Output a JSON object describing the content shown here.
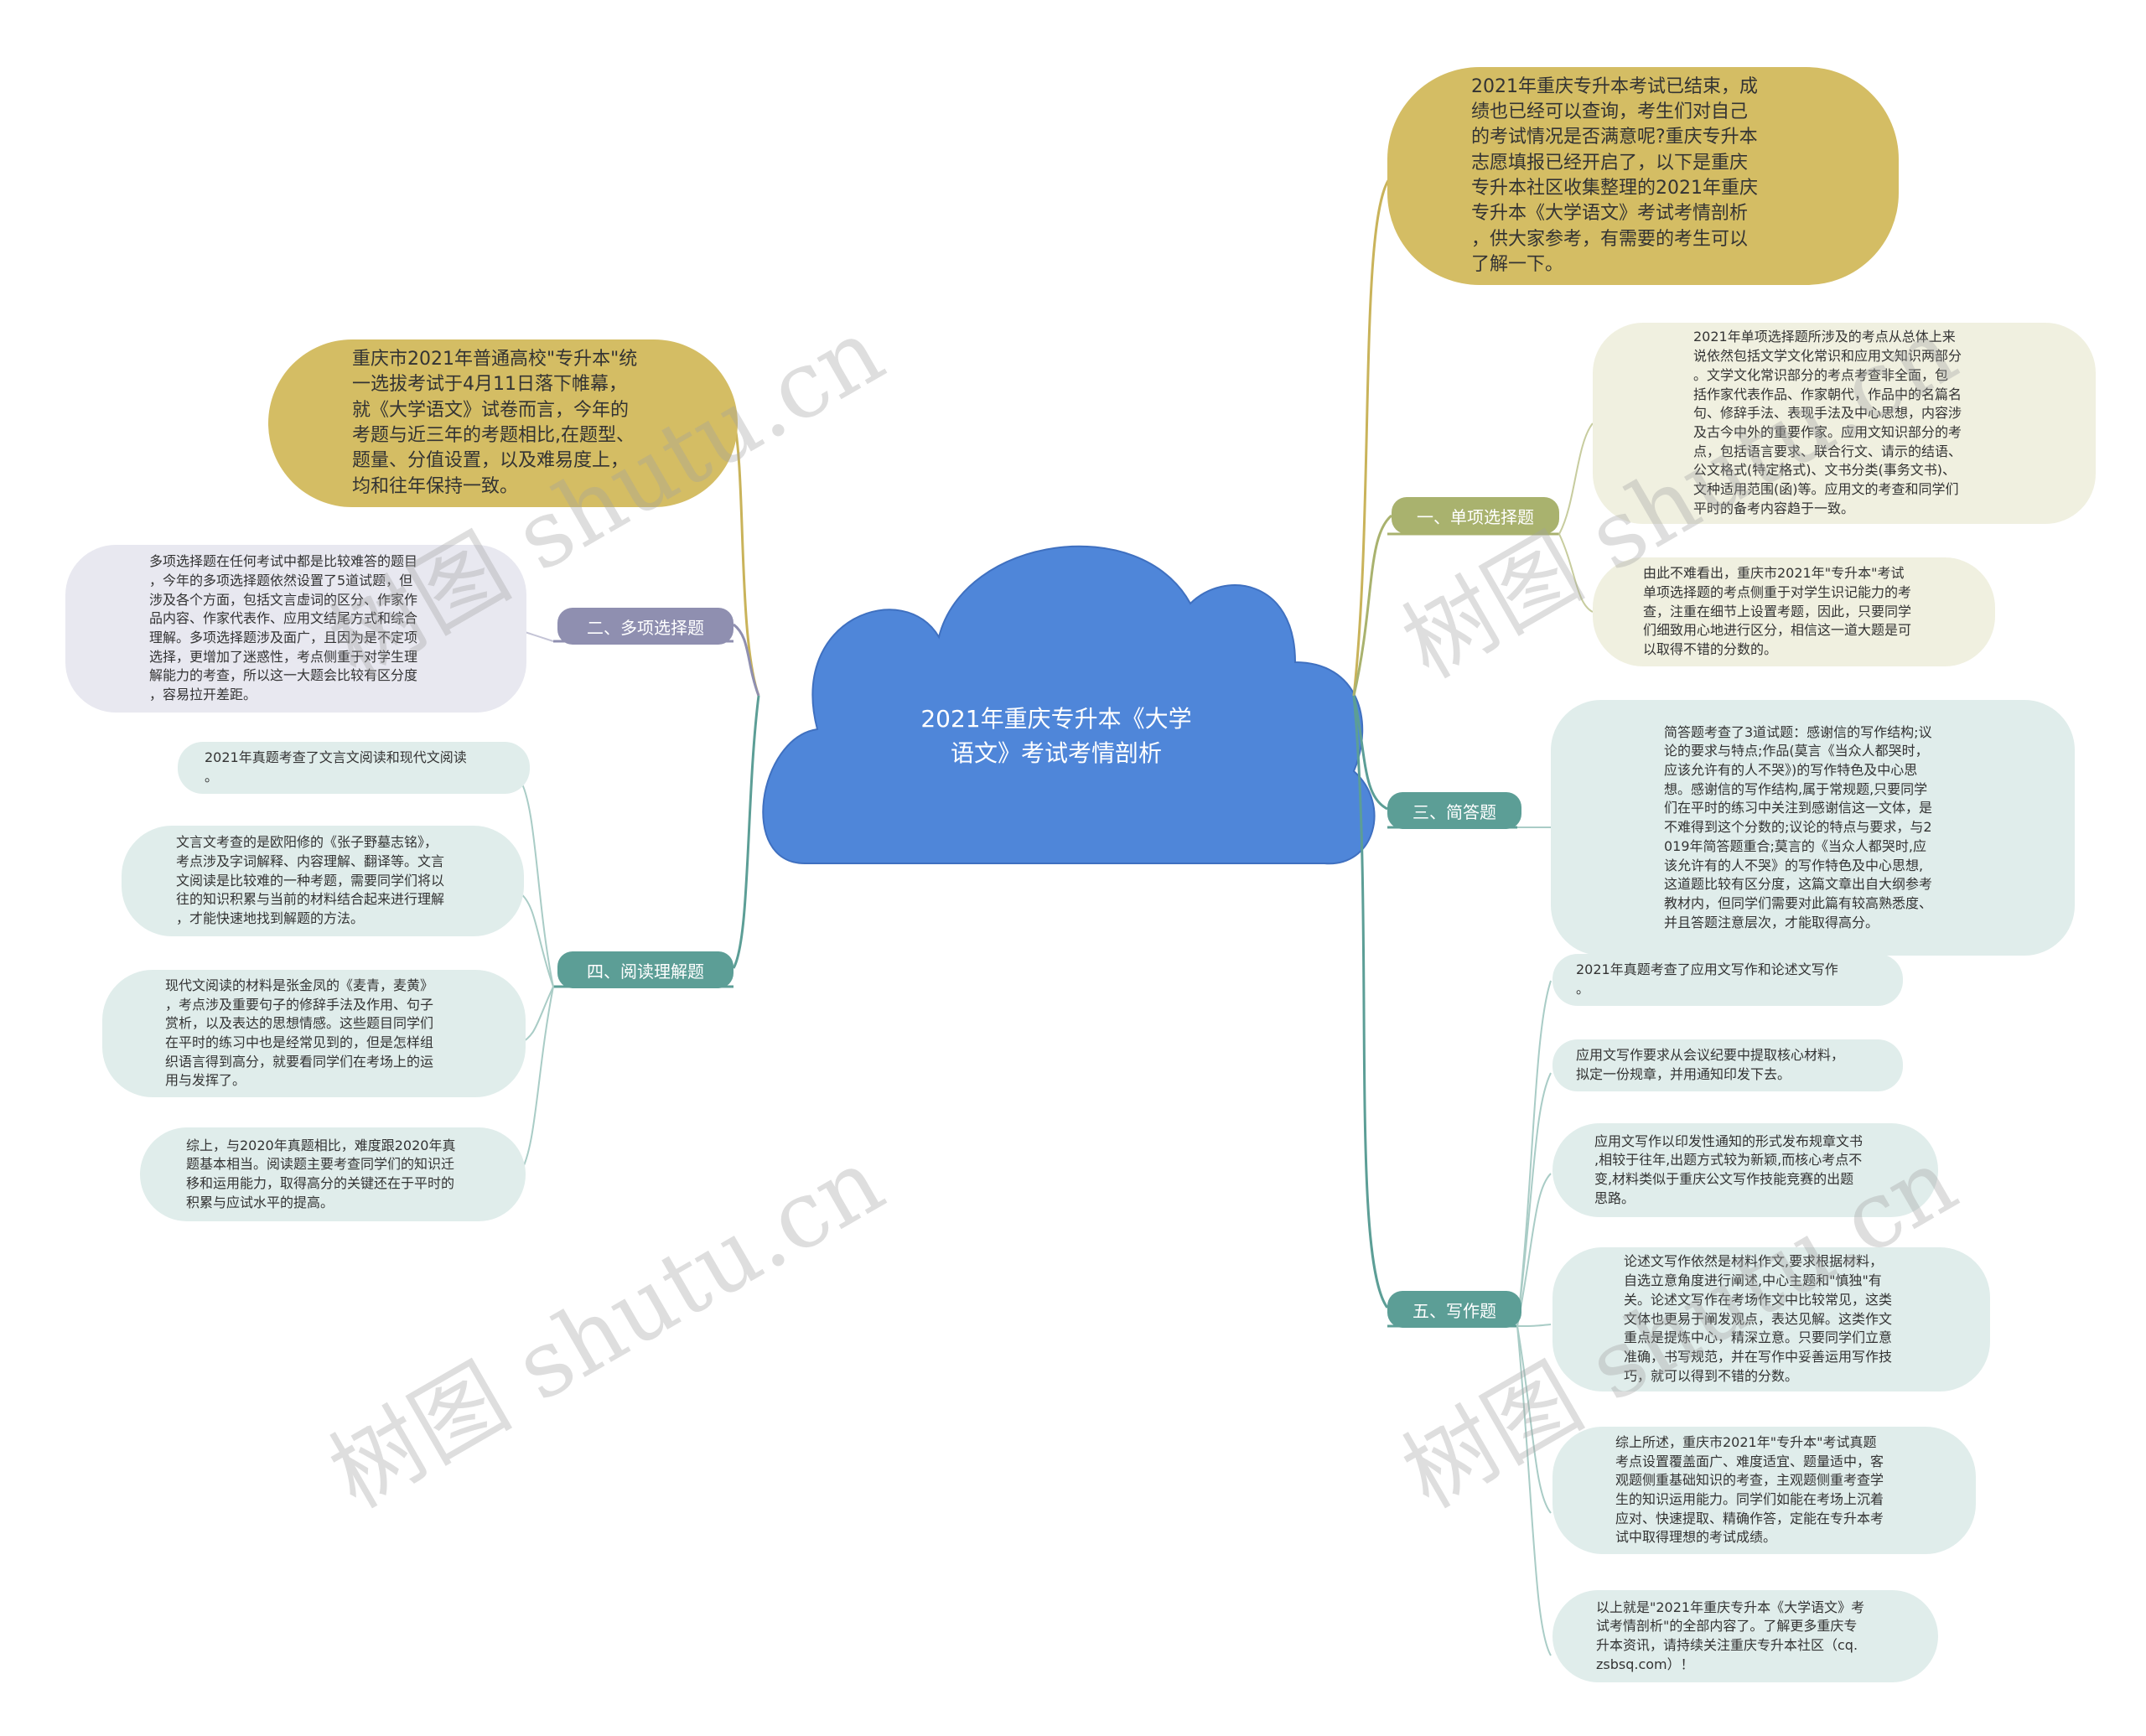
{
  "root": {
    "label": "2021年重庆专升本《大学\n语文》考试考情剖析"
  },
  "intro_right": "2021年重庆专升本考试已结束，成\n绩也已经可以查询，考生们对自己\n的考试情况是否满意呢?重庆专升本\n志愿填报已经开启了，以下是重庆\n专升本社区收集整理的2021年重庆\n专升本《大学语文》考试考情剖析\n，供大家参考，有需要的考生可以\n了解一下。",
  "intro_left": "重庆市2021年普通高校\"专升本\"统\n一选拔考试于4月11日落下帷幕，\n就《大学语文》试卷而言，今年的\n考题与近三年的考题相比,在题型、\n题量、分值设置，以及难易度上，\n均和往年保持一致。",
  "branches": {
    "b1": {
      "label": "一、单项选择题",
      "leaves": [
        "2021年单项选择题所涉及的考点从总体上来\n说依然包括文学文化常识和应用文知识两部分\n。文学文化常识部分的考点考查非全面，包\n括作家代表作品、作家朝代，作品中的名篇名\n句、修辞手法、表现手法及中心思想，内容涉\n及古今中外的重要作家。应用文知识部分的考\n点，包括语言要求、联合行文、请示的结语、\n公文格式(特定格式)、文书分类(事务文书)、\n文种适用范围(函)等。应用文的考查和同学们\n平时的备考内容趋于一致。",
        "由此不难看出，重庆市2021年\"专升本\"考试\n单项选择题的考点侧重于对学生识记能力的考\n查，注重在细节上设置考题，因此，只要同学\n们细致用心地进行区分，相信这一道大题是可\n以取得不错的分数的。"
      ]
    },
    "b2": {
      "label": "二、多项选择题",
      "leaves": [
        "多项选择题在任何考试中都是比较难答的题目\n，今年的多项选择题依然设置了5道试题，但\n涉及各个方面，包括文言虚词的区分、作家作\n品内容、作家代表作、应用文结尾方式和综合\n理解。多项选择题涉及面广，且因为是不定项\n选择，更增加了迷惑性，考点侧重于对学生理\n解能力的考查，所以这一大题会比较有区分度\n，容易拉开差距。"
      ]
    },
    "b3": {
      "label": "三、简答题",
      "leaves": [
        "简答题考查了3道试题：感谢信的写作结构;议\n论的要求与特点;作品(莫言《当众人都哭时，\n应该允许有的人不哭》)的写作特色及中心思\n想。感谢信的写作结构,属于常规题,只要同学\n们在平时的练习中关注到感谢信这一文体，是\n不难得到这个分数的;议论的特点与要求，与2\n019年简答题重合;莫言的《当众人都哭时,应\n该允许有的人不哭》的写作特色及中心思想,\n这道题比较有区分度，这篇文章出自大纲参考\n教材内，但同学们需要对此篇有较高熟悉度、\n并且答题注意层次，才能取得高分。"
      ]
    },
    "b4": {
      "label": "四、阅读理解题",
      "leaves": [
        "2021年真题考查了文言文阅读和现代文阅读\n。",
        "文言文考查的是欧阳修的《张子野墓志铭》，\n考点涉及字词解释、内容理解、翻译等。文言\n文阅读是比较难的一种考题，需要同学们将以\n往的知识积累与当前的材料结合起来进行理解\n，才能快速地找到解题的方法。",
        "现代文阅读的材料是张金凤的《麦青，麦黄》\n，考点涉及重要句子的修辞手法及作用、句子\n赏析，以及表达的思想情感。这些题目同学们\n在平时的练习中也是经常见到的，但是怎样组\n织语言得到高分，就要看同学们在考场上的运\n用与发挥了。",
        "综上，与2020年真题相比，难度跟2020年真\n题基本相当。阅读题主要考查同学们的知识迁\n移和运用能力，取得高分的关键还在于平时的\n积累与应试水平的提高。"
      ]
    },
    "b5": {
      "label": "五、写作题",
      "leaves": [
        "2021年真题考查了应用文写作和论述文写作\n。",
        "应用文写作要求从会议纪要中提取核心材料，\n拟定一份规章，并用通知印发下去。",
        "应用文写作以印发性通知的形式发布规章文书\n,相较于往年,出题方式较为新颖,而核心考点不\n变,材料类似于重庆公文写作技能竞赛的出题\n思路。",
        "论述文写作依然是材料作文,要求根据材料，\n自选立意角度进行阐述,中心主题和\"慎独\"有\n关。论述文写作在考场作文中比较常见，这类\n文体也更易于阐发观点，表达见解。这类作文\n重点是提炼中心，精深立意。只要同学们立意\n准确，书写规范，并在写作中妥善运用写作技\n巧，就可以得到不错的分数。",
        "综上所述，重庆市2021年\"专升本\"考试真题\n考点设置覆盖面广、难度适宜、题量适中，客\n观题侧重基础知识的考查，主观题侧重考查学\n生的知识运用能力。同学们如能在考场上沉着\n应对、快速提取、精确作答，定能在专升本考\n试中取得理想的考试成绩。",
        "以上就是\"2021年重庆专升本《大学语文》考\n试考情剖析\"的全部内容了。了解更多重庆专\n升本资讯，请持续关注重庆专升本社区（cq.\nzsbsq.com）！"
      ]
    }
  },
  "watermark": "树图 shutu.cn",
  "colors": {
    "root": "#4f86d9",
    "gold": "#d4bd64",
    "olive": "#a9b26e",
    "grey": "#8f8fb0",
    "teal": "#5c9e96"
  }
}
